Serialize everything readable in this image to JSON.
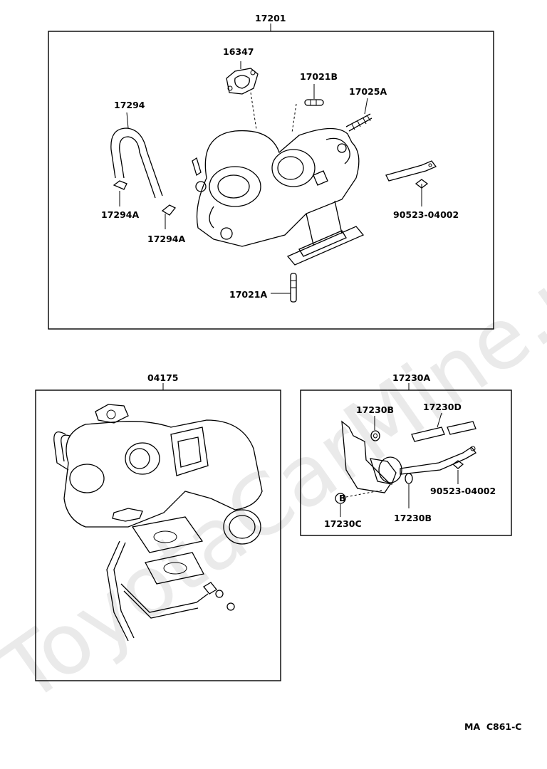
{
  "watermark": "ToyotaCarMine.ru",
  "footer_code": "MA  C861-C",
  "parts": {
    "p17201": "17201",
    "p16347": "16347",
    "p17021B": "17021B",
    "p17025A": "17025A",
    "p17294": "17294",
    "p17294A_1": "17294A",
    "p17294A_2": "17294A",
    "p90523_1": "90523-04002",
    "p17021A": "17021A",
    "p04175": "04175",
    "p17230A": "17230A",
    "p17230B_1": "17230B",
    "p17230D": "17230D",
    "p90523_2": "90523-04002",
    "p17230C": "17230C",
    "p17230B_2": "17230B",
    "marker_B": "B"
  }
}
